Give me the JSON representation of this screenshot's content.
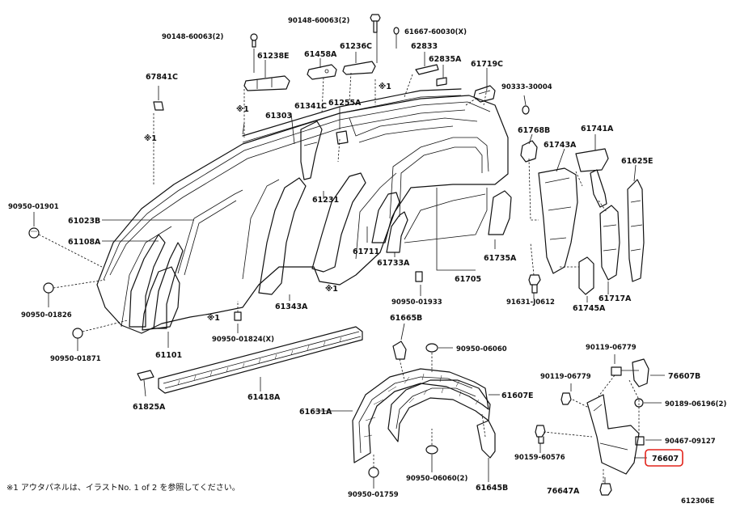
{
  "labels": {
    "p90148_60063_2_top": "90148-60063(2)",
    "p90148_60063_2_left": "90148-60063(2)",
    "p61667_60030_x": "61667-60030(X)",
    "p62833": "62833",
    "p62835A": "62835A",
    "p61238E": "61238E",
    "p61458A": "61458A",
    "p61236C": "61236C",
    "p61719C": "61719C",
    "p67841C": "67841C",
    "p90333_30004": "90333-30004",
    "p61303": "61303",
    "p61341C": "61341C",
    "p61255A": "61255A",
    "p61768B": "61768B",
    "p61741A": "61741A",
    "p61743A": "61743A",
    "p61625E": "61625E",
    "p90950_01901": "90950-01901",
    "p61023B": "61023B",
    "p61108A": "61108A",
    "p61231": "61231",
    "p61711": "61711",
    "p61733A": "61733A",
    "p61735A": "61735A",
    "p61705": "61705",
    "p90950_01933": "90950-01933",
    "p91631_J0612": "91631-J0612",
    "p61717A": "61717A",
    "p61745A": "61745A",
    "p90950_01826": "90950-01826",
    "p61343A": "61343A",
    "p90950_01824_x": "90950-01824(X)",
    "p90950_01871": "90950-01871",
    "p61101": "61101",
    "p61665B": "61665B",
    "p90950_06060": "90950-06060",
    "p90119_06779_a": "90119-06779",
    "p90119_06779_b": "90119-06779",
    "p76607B": "76607B",
    "p61825A": "61825A",
    "p61418A": "61418A",
    "p61631A": "61631A",
    "p61607E": "61607E",
    "p90189_06196_2": "90189-06196(2)",
    "p90467_09127": "90467-09127",
    "p90159_60576": "90159-60576",
    "p76607": "76607",
    "p90950_06060_2": "90950-06060(2)",
    "p61645B": "61645B",
    "p90950_01759": "90950-01759",
    "p76647A": "76647A"
  },
  "marks": {
    "ref1": "※1"
  },
  "footnote": "※1 アウタパネルは、イラストNo. 1 of 2 を参照してください。",
  "drawing_code": "612306E",
  "highlight_color": "#e2231a"
}
